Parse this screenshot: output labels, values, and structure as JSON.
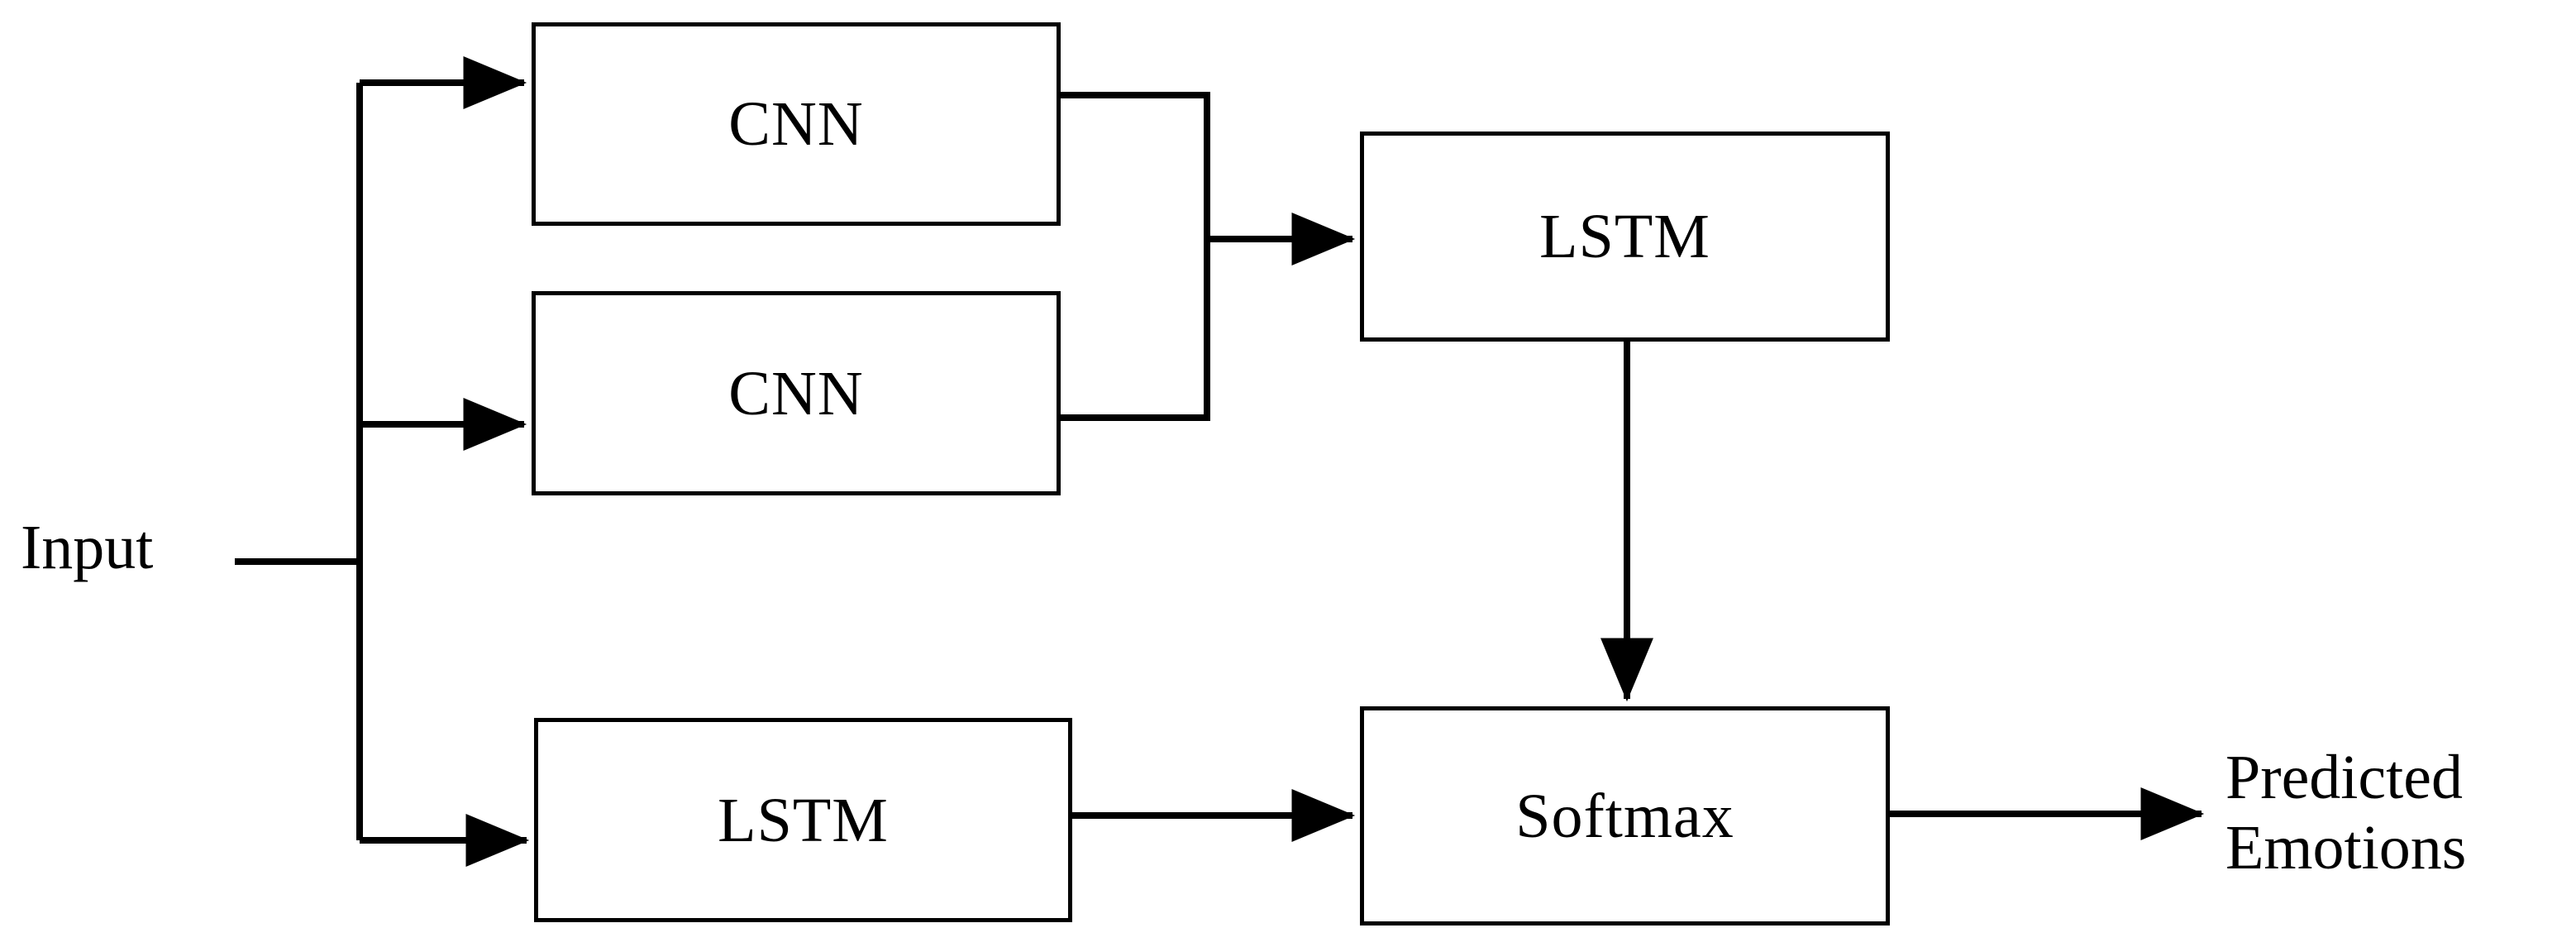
{
  "diagram": {
    "title": "CNN-LSTM emotion recognition architecture block diagram",
    "stroke_color": "#000000",
    "background_color": "#ffffff",
    "nodes": [
      {
        "id": "input",
        "label": "Input",
        "kind": "text-label"
      },
      {
        "id": "cnn1",
        "label": "CNN",
        "kind": "box"
      },
      {
        "id": "cnn2",
        "label": "CNN",
        "kind": "box"
      },
      {
        "id": "lstm_top",
        "label": "LSTM",
        "kind": "box"
      },
      {
        "id": "lstm_bot",
        "label": "LSTM",
        "kind": "box"
      },
      {
        "id": "softmax",
        "label": "Softmax",
        "kind": "box"
      },
      {
        "id": "output",
        "label": "Predicted Emotions",
        "kind": "text-label",
        "line1": "Predicted",
        "line2": "Emotions"
      }
    ],
    "edges": [
      {
        "from": "input",
        "to": "cnn1",
        "arrow": true
      },
      {
        "from": "input",
        "to": "cnn2",
        "arrow": true
      },
      {
        "from": "input",
        "to": "lstm_bot",
        "arrow": true
      },
      {
        "from": "cnn1",
        "to": "lstm_top",
        "arrow": true
      },
      {
        "from": "cnn2",
        "to": "lstm_top",
        "arrow": true
      },
      {
        "from": "lstm_top",
        "to": "softmax",
        "arrow": true
      },
      {
        "from": "lstm_bot",
        "to": "softmax",
        "arrow": true
      },
      {
        "from": "softmax",
        "to": "output",
        "arrow": true
      }
    ]
  }
}
